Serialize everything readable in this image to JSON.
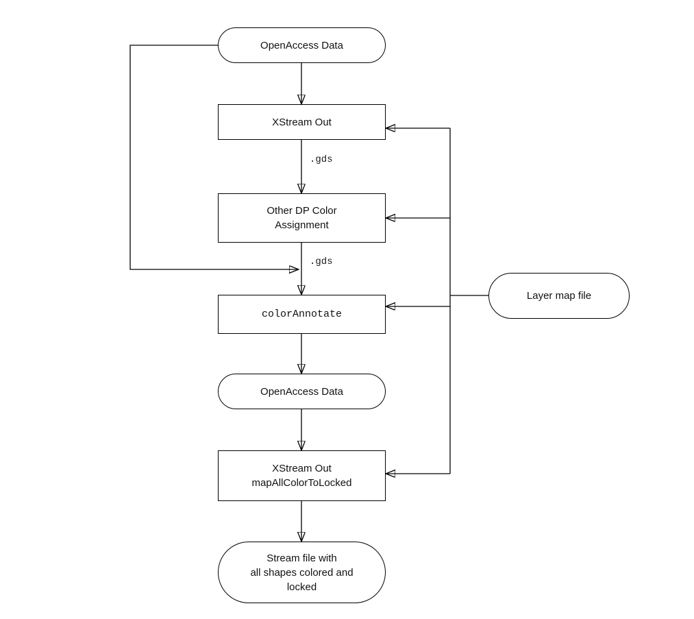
{
  "diagram": {
    "background_color": "#ffffff",
    "line_color": "#000000",
    "node_fill_color": "#ffffff",
    "node_border_color": "#000000",
    "nodes": {
      "openaccess_top": {
        "label": "OpenAccess Data",
        "shape": "stadium"
      },
      "xstream_out": {
        "label": "XStream Out",
        "shape": "rect"
      },
      "other_dp_color": {
        "label": "Other DP Color\nAssignment",
        "shape": "rect"
      },
      "colorannotate": {
        "label": "colorAnnotate",
        "shape": "rect",
        "font": "monospace"
      },
      "openaccess_bottom": {
        "label": "OpenAccess Data",
        "shape": "stadium"
      },
      "xstream_locked": {
        "label": "XStream Out\nmapAllColorToLocked",
        "shape": "rect"
      },
      "stream_file": {
        "label": "Stream file with\nall shapes colored and\nlocked",
        "shape": "stadium"
      },
      "layer_map": {
        "label": "Layer map file",
        "shape": "stadium"
      }
    },
    "edge_labels": {
      "gds_after_xstream_out": ".gds",
      "gds_after_other_dp": ".gds"
    }
  }
}
